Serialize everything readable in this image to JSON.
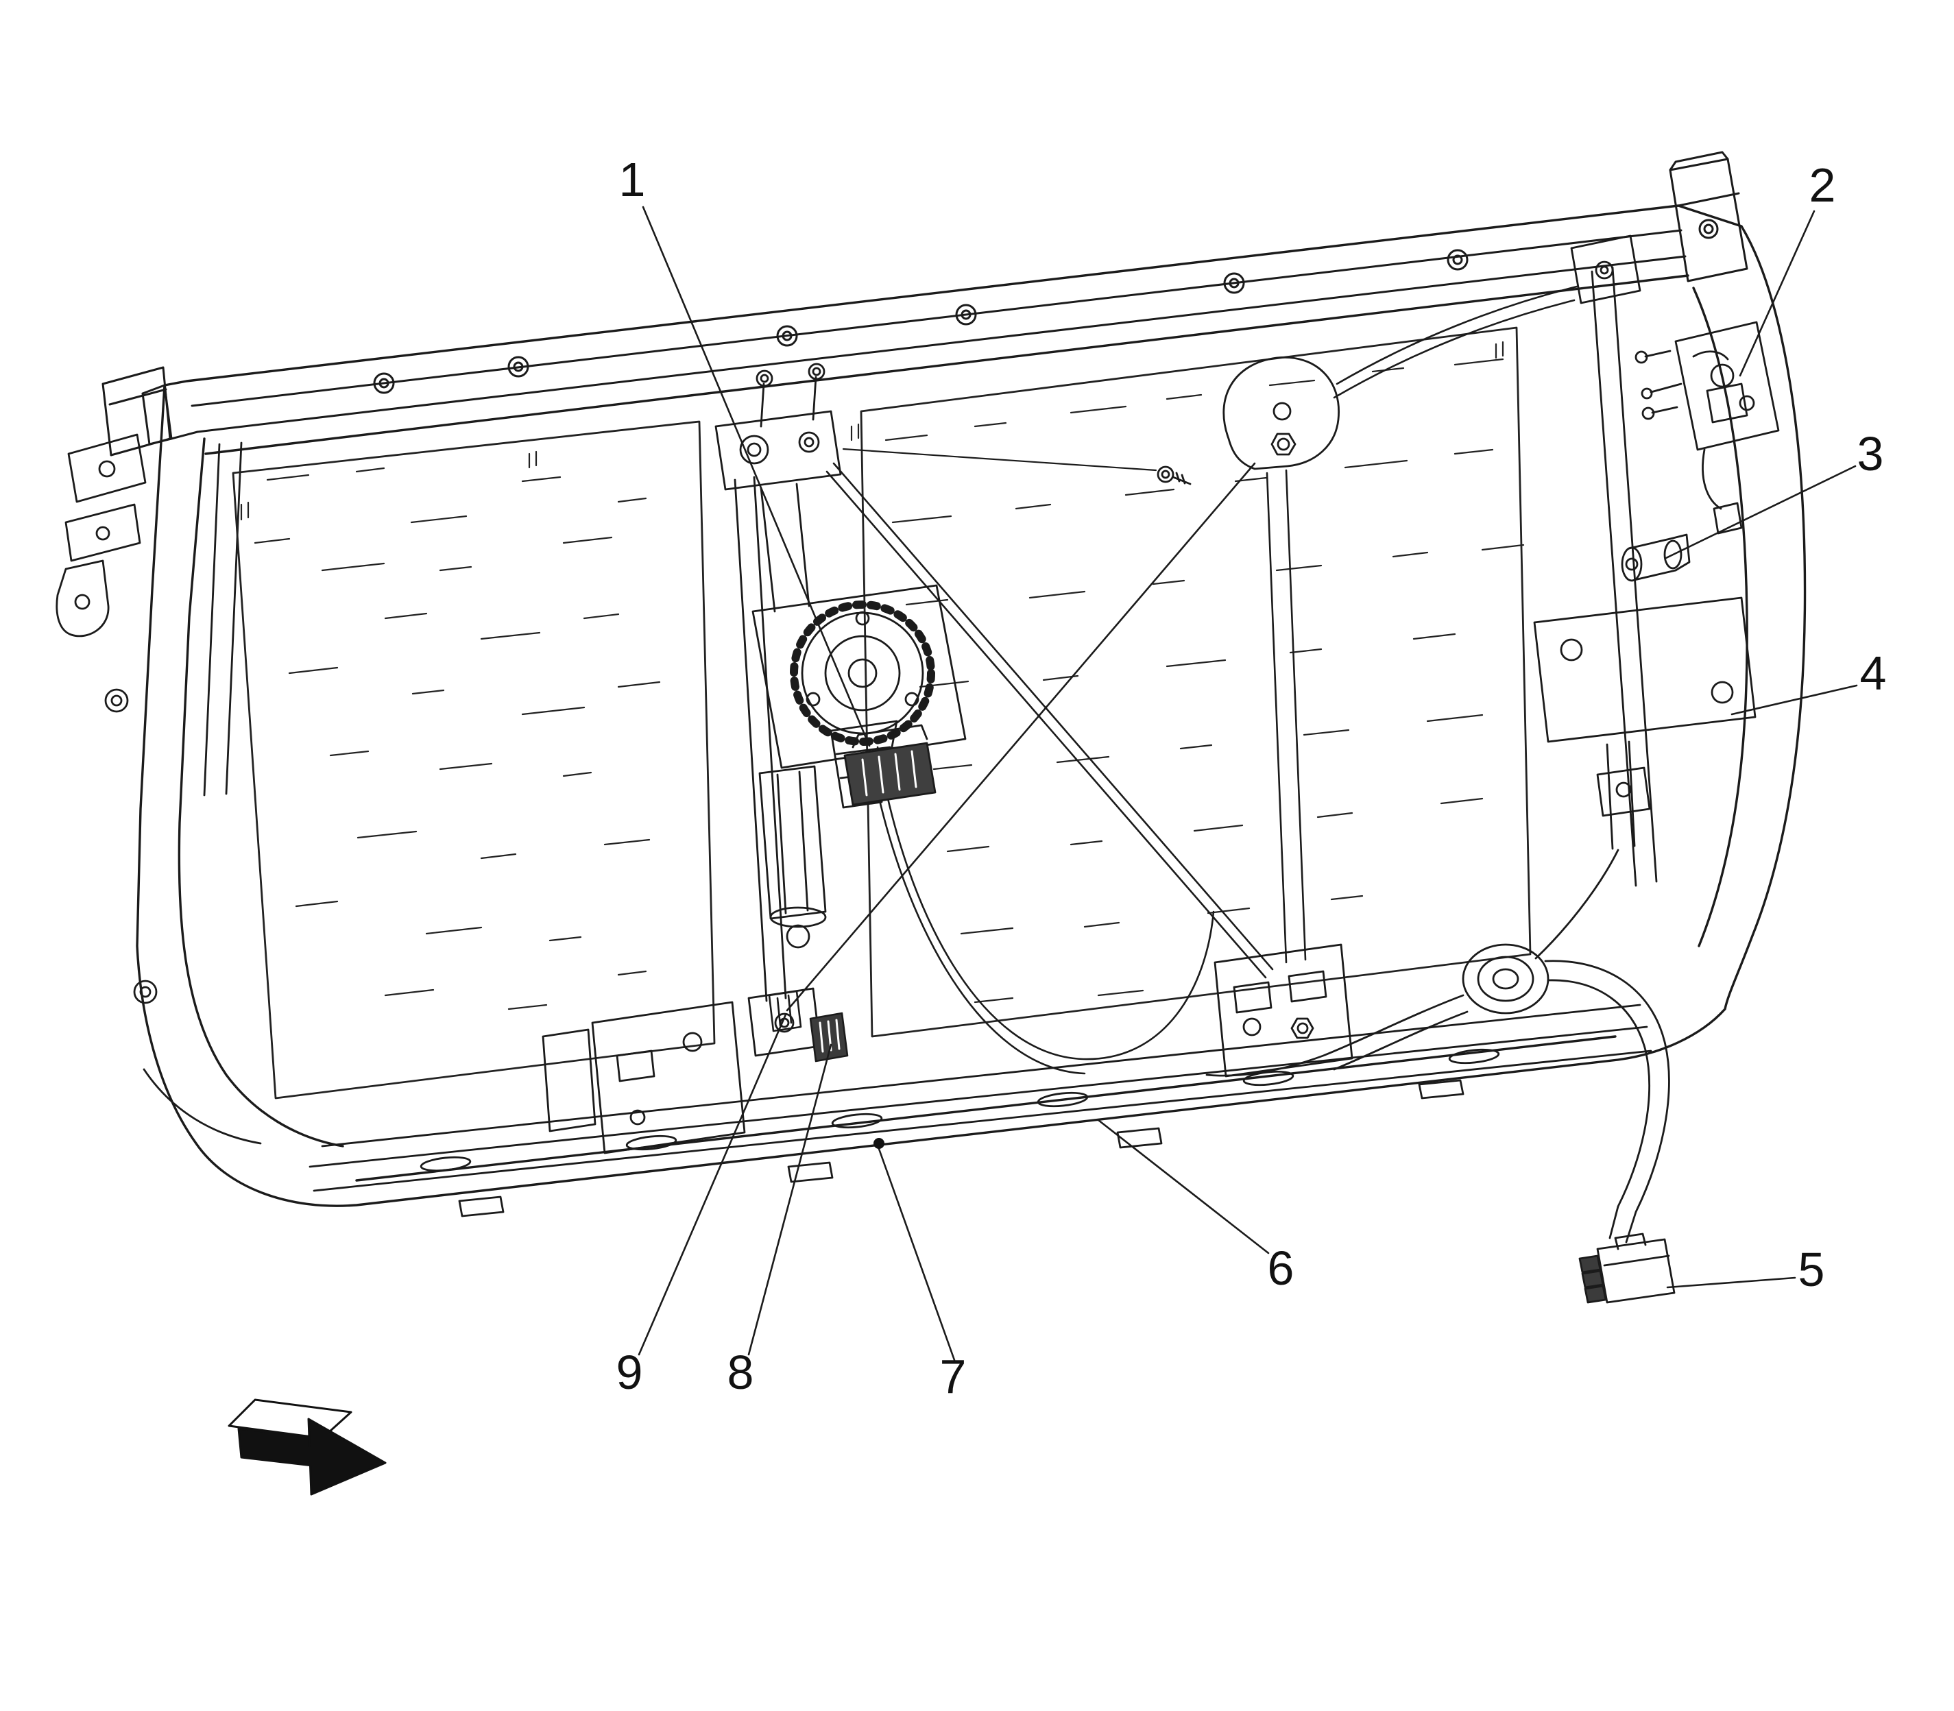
{
  "diagram": {
    "background_color": "#ffffff",
    "line_color": "#1b1b1b",
    "callouts": [
      {
        "label": "1"
      },
      {
        "label": "2"
      },
      {
        "label": "3"
      },
      {
        "label": "4"
      },
      {
        "label": "5"
      },
      {
        "label": "6"
      },
      {
        "label": "7"
      },
      {
        "label": "8"
      },
      {
        "label": "9"
      }
    ],
    "icons": [
      {
        "name": "direction-arrow-icon"
      }
    ]
  }
}
